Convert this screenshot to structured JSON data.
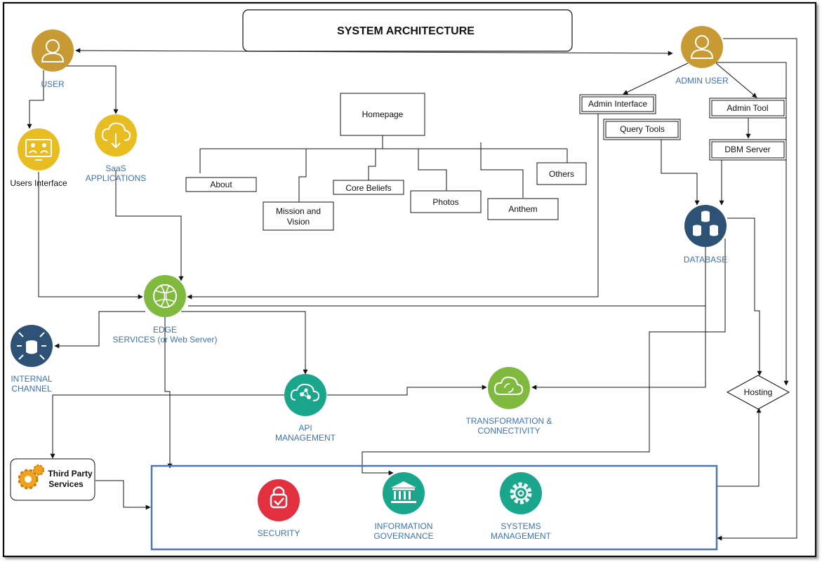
{
  "title": "SYSTEM ARCHITECTURE",
  "colors": {
    "gold": "#c79a34",
    "yellow": "#e8bd22",
    "green": "#7fba3f",
    "navy": "#2e5176",
    "teal": "#1aa58d",
    "red": "#e3303f",
    "label_blue": "#3b73b9",
    "frame_blue": "#4a76b3"
  },
  "nodes": {
    "user": {
      "label": "USER",
      "icon": "person-icon"
    },
    "admin_user": {
      "label": "ADMIN USER",
      "icon": "person-icon"
    },
    "users_interface": {
      "label": "Users Interface",
      "icon": "monitor-users-icon"
    },
    "saas": {
      "line1": "SaaS",
      "line2": "APPLICATIONS",
      "icon": "cloud-download-icon"
    },
    "edge": {
      "line1": "EDGE",
      "line2": "SERVICES (or Web Server)",
      "icon": "globe-icon"
    },
    "internal_channel": {
      "line1": "INTERNAL",
      "line2": "CHANNEL",
      "icon": "database-arrows-icon"
    },
    "api_management": {
      "line1": "API",
      "line2": "MANAGEMENT",
      "icon": "network-nodes-icon"
    },
    "transformation": {
      "line1": "TRANSFORMATION &",
      "line2": "CONNECTIVITY",
      "icon": "cloud-sync-icon"
    },
    "database": {
      "label": "DATABASE",
      "icon": "database-cluster-icon"
    },
    "third_party": {
      "line1": "Third Party",
      "line2": "Services",
      "icon": "gears-icon"
    },
    "security": {
      "label": "SECURITY",
      "icon": "lock-check-icon"
    },
    "info_gov": {
      "line1": "INFORMATION",
      "line2": "GOVERNANCE",
      "icon": "institution-icon"
    },
    "systems_mgmt": {
      "line1": "SYSTEMS",
      "line2": "MANAGEMENT",
      "icon": "gear-icon"
    },
    "hosting": {
      "label": "Hosting"
    }
  },
  "boxes": {
    "admin_interface": "Admin Interface",
    "admin_tool": "Admin Tool",
    "query_tools": "Query Tools",
    "dbm_server": "DBM Server",
    "homepage": "Homepage",
    "about": "About",
    "mission_line1": "Mission and",
    "mission_line2": "Vision",
    "core_beliefs": "Core Beliefs",
    "photos": "Photos",
    "anthem": "Anthem",
    "others": "Others"
  }
}
